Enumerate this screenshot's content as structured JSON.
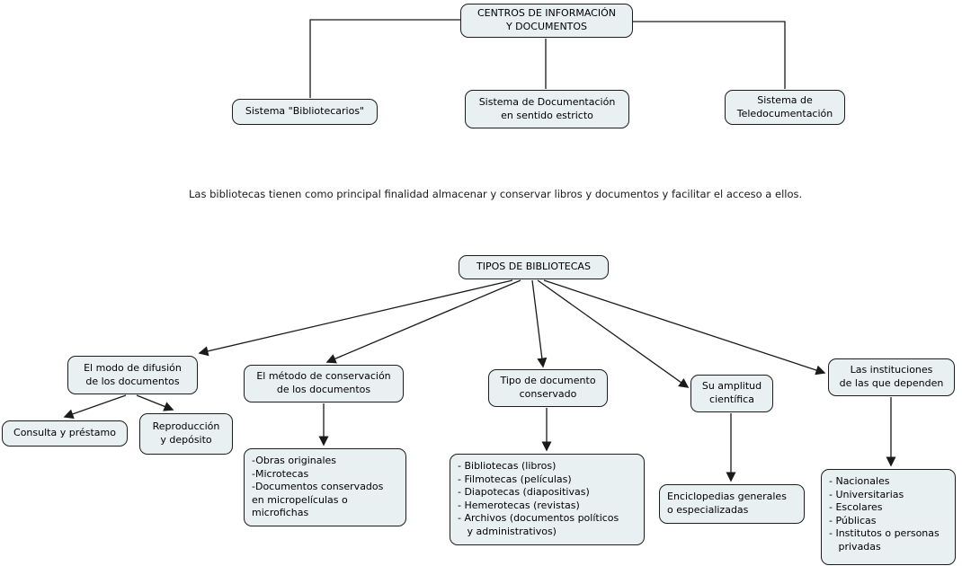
{
  "colors": {
    "node_fill": "#e9f0f2",
    "node_border": "#1c1c1c",
    "connector": "#1a1a1a",
    "background": "#ffffff",
    "text": "#000000"
  },
  "root": {
    "label": "CENTROS DE INFORMACIÓN\nY DOCUMENTOS"
  },
  "systems": [
    {
      "label": "Sistema \"Bibliotecarios\""
    },
    {
      "label": "Sistema de Documentación\nen sentido estricto"
    },
    {
      "label": "Sistema de\nTeledocumentación"
    }
  ],
  "note": "Las bibliotecas tienen como principal finalidad almacenar y conservar libros y documentos y facilitar el acceso a ellos.",
  "types": {
    "label": "TIPOS DE BIBLIOTECAS"
  },
  "categories": [
    {
      "label": "El modo de difusión\nde los documentos"
    },
    {
      "label": "El método de conservación\nde los documentos"
    },
    {
      "label": "Tipo de documento\nconservado"
    },
    {
      "label": "Su amplitud\ncientífica"
    },
    {
      "label": "Las instituciones\nde las que dependen"
    }
  ],
  "leaves": {
    "consulta": "Consulta y préstamo",
    "reproduccion": "Reproducción\ny depósito",
    "conservacion": "-Obras originales\n-Microtecas\n-Documentos conservados\nen micropelículas o\nmicrofichas",
    "documentos": "- Bibliotecas (libros)\n- Filmotecas (películas)\n- Diapotecas (diapositivas)\n- Hemerotecas (revistas)\n- Archivos (documentos políticos\n   y administrativos)",
    "amplitud": "Enciclopedias generales\no especializadas",
    "instituciones": "- Nacionales\n- Universitarias\n- Escolares\n- Públicas\n- Institutos o personas\n   privadas"
  }
}
